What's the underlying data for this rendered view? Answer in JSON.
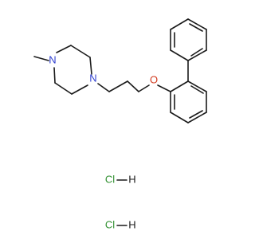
{
  "atoms": {
    "n_methyl": "N",
    "n_propyl": "N",
    "o_ether": "O"
  },
  "salts": [
    {
      "cl": "Cl",
      "h": "H"
    },
    {
      "cl": "Cl",
      "h": "H"
    }
  ],
  "colors": {
    "bond": "#1a1a1a",
    "nitrogen": "#2f3fcf",
    "oxygen": "#d23a1f",
    "chlorine": "#2f8f2f",
    "hydrogen": "#1a1a1a"
  }
}
